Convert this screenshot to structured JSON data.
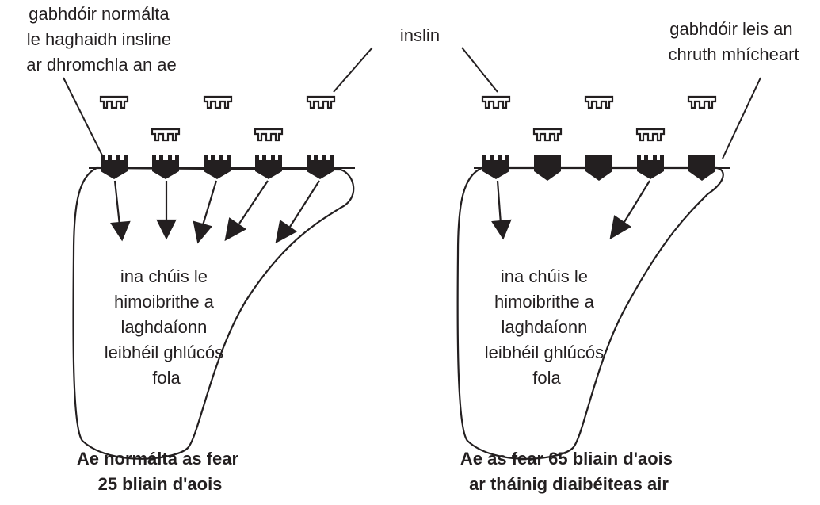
{
  "left_panel": {
    "receptor_label": [
      "gabhdóir normálta",
      "le haghaidh insline",
      "ar dhromchla an ae"
    ],
    "body_text": [
      "ina chúis le",
      "himoibrithe a",
      "laghdaíonn",
      "leibhéil ghlúcós",
      "fola"
    ],
    "caption": [
      "Ae normálta as fear",
      "25 bliain d'aois"
    ]
  },
  "insulin_label": "inslin",
  "right_panel": {
    "receptor_label": [
      "gabhdóir leis an",
      "chruth mhícheart"
    ],
    "body_text": [
      "ina chúis le",
      "himoibrithe a",
      "laghdaíonn",
      "leibhéil ghlúcós",
      "fola"
    ],
    "caption": [
      "Ae as fear 65 bliain d'aois",
      "ar tháinig diaibéiteas air"
    ]
  },
  "colors": {
    "ink": "#231f20",
    "background": "#ffffff"
  }
}
